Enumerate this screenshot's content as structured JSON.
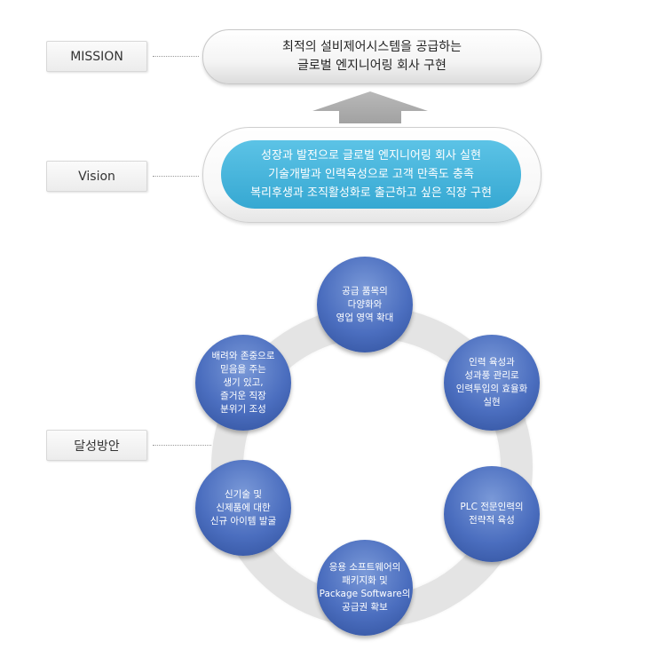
{
  "labels": {
    "mission": "MISSION",
    "vision": "Vision",
    "strategy": "달성방안"
  },
  "mission": {
    "lines": [
      "최적의 설비제어시스템을 공급하는",
      "글로벌 엔지니어링 회사 구현"
    ]
  },
  "vision": {
    "lines": [
      "성장과 발전으로 글로벌 엔지니어링 회사 실현",
      "기술개발과 인력육성으로 고객 만족도 충족",
      "복리후생과 조직활성화로 출근하고 싶은 직장 구현"
    ]
  },
  "strategies": [
    {
      "lines": [
        "공급 품목의",
        "다양화와",
        "영업 영역 확대"
      ]
    },
    {
      "lines": [
        "인력 육성과",
        "성과풍 관리로",
        "인력투입의 효율화",
        "실현"
      ]
    },
    {
      "lines": [
        "PLC 전문인력의",
        "전략적 육성"
      ]
    },
    {
      "lines": [
        "응용 소프트웨어의",
        "패키지화 및",
        "Package Software의",
        "공급권 확보"
      ]
    },
    {
      "lines": [
        "신기술 및",
        "신제품에 대한",
        "신규 아이템 발굴"
      ]
    },
    {
      "lines": [
        "배려와 존중으로",
        "믿음을 주는",
        "생기 있고,",
        "즐거운 직장",
        "분위기 조성"
      ]
    }
  ],
  "colors": {
    "vision_fill": "#3fb2da",
    "circle_fill": "#4b6ebf",
    "ring": "#e4e4e4",
    "arrow": "#a9a9a9"
  }
}
